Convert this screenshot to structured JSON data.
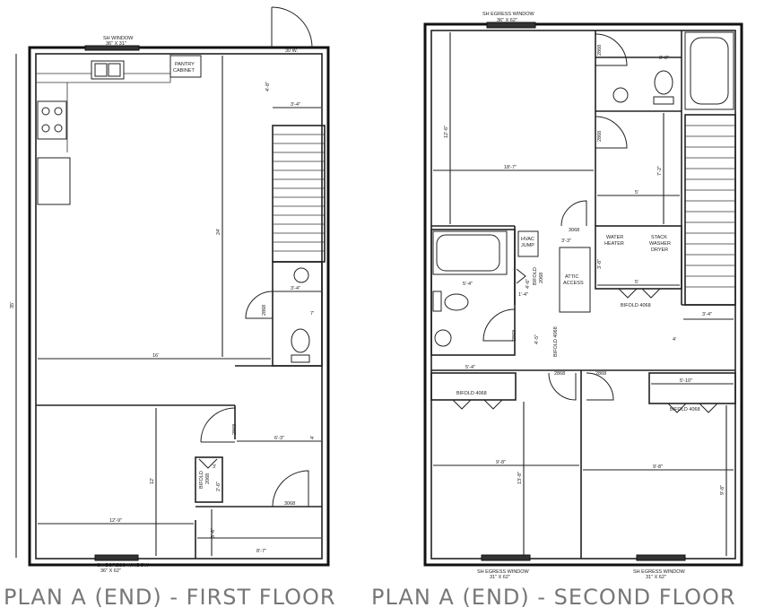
{
  "captions": {
    "first_floor": "PLAN A (END) - FIRST FLOOR",
    "second_floor": "PLAN A (END) - SECOND FLOOR"
  },
  "first_floor": {
    "window_top": "SH WINDOW\n36\" X 31\"",
    "pantry": "PANTRY\nCABINET",
    "door_30": "30 W.",
    "window_bottom": "SH EGRESS WINDOW\n36\" X 62\"",
    "bifold": "BIFOLD\n2068",
    "door_3068": "3068",
    "door_2868_a": "2868",
    "door_2868_b": "2868",
    "dims": {
      "d_4_8": "4'-8\"",
      "d_3_4_top": "3'-4\"",
      "d_3_4_mid": "3'-4\"",
      "d_24": "24'",
      "d_35": "35'",
      "d_16": "16'",
      "d_7": "7'",
      "d_6_3": "6'-3\"",
      "d_4": "4'",
      "d_12": "12'",
      "d_12_9": "12'-9\"",
      "d_3": "3'",
      "d_2_6": "2'-6\"",
      "d_3_6": "3'-6\"",
      "d_8_7": "8'-7\""
    }
  },
  "second_floor": {
    "window_top": "SH EGRESS WINDOW\n36\" X 62\"",
    "window_bl": "SH EGRESS WINDOW\n31\" X 62\"",
    "window_br": "SH EGRESS WINDOW\n31\" X 62\"",
    "hvac": "HVAC\nJUMP",
    "attic": "ATTIC\nACCESS",
    "water_heater": "WATER\nHEATER",
    "stack": "STACK\nWASHER\nDRYER",
    "bifold_2068": "BIFOLD\n2068",
    "bifold_4068_hall": "BIFOLD 4068",
    "bifold_4068_v": "BIFOLD 4068",
    "bifold_4068_bl": "BIFOLD 4068",
    "bifold_4068_br": "BIFOLD 4068",
    "door_3068": "3068",
    "door_2868_tr": "2868",
    "door_2868_tr2": "2868",
    "door_2868_mid": "2868",
    "door_2868_l": "2868",
    "door_2868_r": "2868",
    "dims": {
      "d_12_6": "12'-6\"",
      "d_18_7": "18'-7\"",
      "d_8_8": "8'-8\"",
      "d_7_2": "7'-2\"",
      "d_5": "5'",
      "d_5b": "5'",
      "d_3_3": "3'-3\"",
      "d_5_4": "5'-4\"",
      "d_5_4b": "5'-4\"",
      "d_4_6": "4'-6\"",
      "d_4_5": "4'-5\"",
      "d_3_4": "3'-4\"",
      "d_4": "4'",
      "d_5_10": "5'-10\"",
      "d_9_8": "9'-8\"",
      "d_9_8b": "9'-8\"",
      "d_13_8": "13'-8\"",
      "d_9_8v": "9'-8\"",
      "d_1_4": "1'-4\"",
      "d_3_8": "3'-8\""
    }
  }
}
